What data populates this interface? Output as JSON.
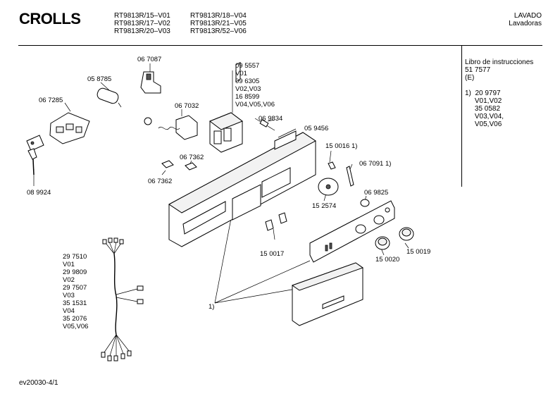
{
  "header": {
    "brand": "CROLLS",
    "models_col1": [
      "RT9813R/15–V01",
      "RT9813R/17–V02",
      "RT9813R/20–V03"
    ],
    "models_col2": [
      "RT9813R/18–V04",
      "RT9813R/21–V05",
      "RT9813R/52–V06"
    ],
    "category": "LAVADO",
    "subcategory": "Lavadoras"
  },
  "side_panel": {
    "lines": [
      "Libro de instrucciones",
      "51 7577",
      "(E)",
      "",
      "1)  20 9797",
      "     V01,V02",
      "     35 0582",
      "     V03,V04,",
      "     V05,V06"
    ]
  },
  "part_labels": {
    "p067087": "06 7087",
    "p058785": "05 8785",
    "p067285": "06 7285",
    "p067032": "06 7032",
    "p089924": "08 9924",
    "p067362a": "06 7362",
    "p067362b": "06 7362",
    "p069834": "06 9834",
    "p059456": "05 9456",
    "p150016": "15 0016  1)",
    "p067091": "06 7091  1)",
    "p152574": "15 2574",
    "p069825": "06 9825",
    "p150017": "15 0017",
    "p150020": "15 0020",
    "p150019": "15 0019",
    "p_note1": "1)"
  },
  "programmer_block": [
    "09 5557",
    "V01",
    "09 6305",
    "V02,V03",
    "16 8599",
    "V04,V05,V06"
  ],
  "harness_block": [
    "29 7510",
    "V01",
    "29 9809",
    "V02",
    "29 7507",
    "V03",
    "35 1531",
    "V04",
    "35 2076",
    "V05,V06"
  ],
  "footer": {
    "code": "ev20030-4/1"
  }
}
